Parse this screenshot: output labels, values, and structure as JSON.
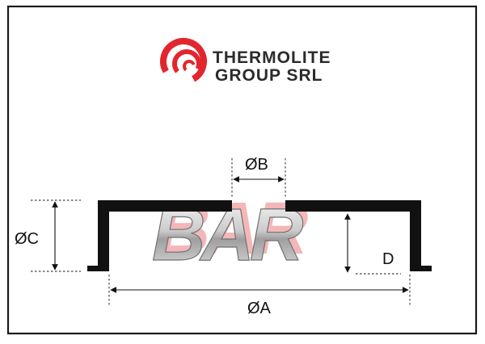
{
  "logo": {
    "line1": "THERMOLITE",
    "line2": "GROUP SRL",
    "accent_color": "#e3262d",
    "text_color": "#2b2b2b",
    "icon": "thermolite-swirl-icon"
  },
  "watermark": {
    "text": "BAR",
    "accent_color": "#d9252b"
  },
  "dimensions": {
    "a_label": "ØA",
    "b_label": "ØB",
    "c_label": "ØC",
    "d_label": "D"
  },
  "colors": {
    "line": "#111111",
    "frame": "#1a1a1a",
    "background": "#ffffff"
  }
}
